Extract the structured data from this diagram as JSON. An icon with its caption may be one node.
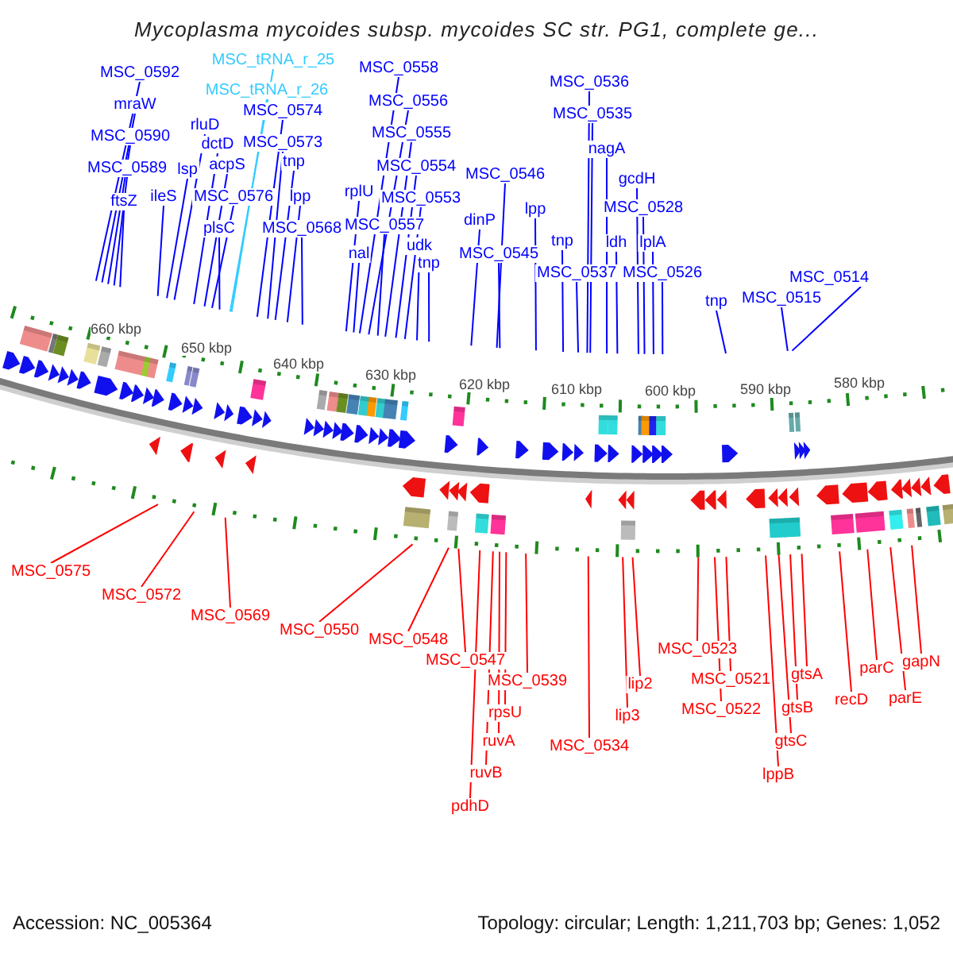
{
  "diagram": {
    "title": "Mycoplasma mycoides subsp. mycoides SC str. PG1, complete ge...",
    "nodes": [
      {
        "text": [
          "MSC_tRNA_r_25"
        ]
      },
      {
        "text": [
          "MSC_0558"
        ]
      },
      {
        "text": [
          "MSC_0592"
        ]
      },
      {
        "text": [
          "MSC_0536"
        ]
      },
      {
        "text": [
          "MSC_tRNA_r_26"
        ]
      },
      {
        "text": [
          "MSC_0556"
        ]
      },
      {
        "text": [
          "mraW"
        ]
      },
      {
        "text": [
          "MSC_0574"
        ]
      },
      {
        "text": [
          "MSC_0535"
        ]
      },
      {
        "text": [
          "rluD"
        ]
      },
      {
        "text": [
          "MSC_0555"
        ]
      },
      {
        "text": [
          "MSC_0590"
        ]
      },
      {
        "text": [
          "MSC_0573"
        ]
      },
      {
        "text": [
          "dctD"
        ]
      },
      {
        "text": [
          "nagA"
        ]
      },
      {
        "text": [
          "tnp"
        ]
      },
      {
        "text": [
          "acpS"
        ]
      },
      {
        "text": [
          "MSC_0554"
        ]
      },
      {
        "text": [
          "MSC_0589"
        ]
      },
      {
        "text": [
          "lsp"
        ]
      },
      {
        "text": [
          "MSC_0546"
        ]
      },
      {
        "text": [
          "gcdH"
        ]
      },
      {
        "text": [
          "rplU"
        ]
      },
      {
        "text": [
          "ileS"
        ]
      },
      {
        "text": [
          "MSC_0576"
        ]
      },
      {
        "text": [
          "lpp"
        ]
      },
      {
        "text": [
          "MSC_0553"
        ]
      },
      {
        "text": [
          "ftsZ"
        ]
      },
      {
        "text": [
          "MSC_0528"
        ]
      },
      {
        "text": [
          "lpp"
        ]
      },
      {
        "text": [
          "dinP"
        ]
      },
      {
        "text": [
          "MSC_0557"
        ]
      },
      {
        "text": [
          "plsC"
        ]
      },
      {
        "text": [
          "MSC_0568"
        ]
      },
      {
        "text": [
          "tnp"
        ]
      },
      {
        "text": [
          "ldh"
        ]
      },
      {
        "text": [
          "lplA"
        ]
      },
      {
        "text": [
          "udk"
        ]
      },
      {
        "text": [
          "nal"
        ]
      },
      {
        "text": [
          "MSC_0545"
        ]
      },
      {
        "text": [
          "tnp"
        ]
      },
      {
        "text": [
          "MSC_0537"
        ]
      },
      {
        "text": [
          "MSC_0526"
        ]
      },
      {
        "text": [
          "MSC_0514"
        ]
      },
      {
        "text": [
          "MSC_0515"
        ]
      },
      {
        "text": [
          "tnp"
        ]
      },
      {
        "text": [
          "MSC_0575"
        ]
      },
      {
        "text": [
          "MSC_0572"
        ]
      },
      {
        "text": [
          "MSC_0569"
        ]
      },
      {
        "text": [
          "MSC_0550"
        ]
      },
      {
        "text": [
          "MSC_0548"
        ]
      },
      {
        "text": [
          "MSC_0523"
        ]
      },
      {
        "text": [
          "MSC_0547"
        ]
      },
      {
        "text": [
          "gapN"
        ]
      },
      {
        "text": [
          "parC"
        ]
      },
      {
        "text": [
          "gtsA"
        ]
      },
      {
        "text": [
          "MSC_0521"
        ]
      },
      {
        "text": [
          "MSC_0539"
        ]
      },
      {
        "text": [
          "lip2"
        ]
      },
      {
        "text": [
          "parE"
        ]
      },
      {
        "text": [
          "recD"
        ]
      },
      {
        "text": [
          "gtsB"
        ]
      },
      {
        "text": [
          "MSC_0522"
        ]
      },
      {
        "text": [
          "rpsU"
        ]
      },
      {
        "text": [
          "lip3"
        ]
      },
      {
        "text": [
          "ruvA"
        ]
      },
      {
        "text": [
          "gtsC"
        ]
      },
      {
        "text": [
          "MSC_0534"
        ]
      },
      {
        "text": [
          "ruvB"
        ]
      },
      {
        "text": [
          "lppB"
        ]
      },
      {
        "text": [
          "pdhD"
        ]
      }
    ],
    "edges": [
      {
        "from": 0,
        "to": null,
        "arrow": "none",
        "color": "#33ccff"
      },
      {
        "from": 1,
        "to": null,
        "arrow": "none"
      },
      {
        "from": 2,
        "to": null,
        "arrow": "none"
      },
      {
        "from": 3,
        "to": null,
        "arrow": "none"
      },
      {
        "from": 4,
        "to": null,
        "arrow": "none",
        "color": "#33ccff"
      },
      {
        "from": 5,
        "to": null,
        "arrow": "none"
      },
      {
        "from": 6,
        "to": null,
        "arrow": "none"
      },
      {
        "from": 7,
        "to": null,
        "arrow": "none"
      },
      {
        "from": 8,
        "to": null,
        "arrow": "none"
      },
      {
        "from": 9,
        "to": null,
        "arrow": "none"
      },
      {
        "from": 10,
        "to": null,
        "arrow": "none"
      },
      {
        "from": 11,
        "to": null,
        "arrow": "none"
      },
      {
        "from": 12,
        "to": null,
        "arrow": "none"
      },
      {
        "from": 13,
        "to": null,
        "arrow": "none"
      },
      {
        "from": 14,
        "to": null,
        "arrow": "none"
      },
      {
        "from": 15,
        "to": null,
        "arrow": "none"
      },
      {
        "from": 16,
        "to": null,
        "arrow": "none"
      },
      {
        "from": 17,
        "to": null,
        "arrow": "none"
      },
      {
        "from": 18,
        "to": null,
        "arrow": "none"
      },
      {
        "from": 19,
        "to": null,
        "arrow": "none"
      },
      {
        "from": 20,
        "to": null,
        "arrow": "none"
      },
      {
        "from": 21,
        "to": null,
        "arrow": "none"
      },
      {
        "from": 22,
        "to": null,
        "arrow": "none"
      },
      {
        "from": 23,
        "to": null,
        "arrow": "none"
      },
      {
        "from": 24,
        "to": null,
        "arrow": "none"
      },
      {
        "from": 25,
        "to": null,
        "arrow": "none"
      },
      {
        "from": 26,
        "to": null,
        "arrow": "none"
      },
      {
        "from": 27,
        "to": null,
        "arrow": "none"
      },
      {
        "from": 28,
        "to": null,
        "arrow": "none"
      },
      {
        "from": 29,
        "to": null,
        "arrow": "none"
      },
      {
        "from": 30,
        "to": null,
        "arrow": "none"
      },
      {
        "from": 31,
        "to": null,
        "arrow": "none"
      },
      {
        "from": 32,
        "to": null,
        "arrow": "none"
      },
      {
        "from": 33,
        "to": null,
        "arrow": "none"
      },
      {
        "from": 34,
        "to": null,
        "arrow": "none"
      },
      {
        "from": 35,
        "to": null,
        "arrow": "none"
      },
      {
        "from": 36,
        "to": null,
        "arrow": "none"
      },
      {
        "from": 37,
        "to": null,
        "arrow": "none"
      },
      {
        "from": 38,
        "to": null,
        "arrow": "none"
      },
      {
        "from": 39,
        "to": null,
        "arrow": "none"
      },
      {
        "from": 40,
        "to": null,
        "arrow": "none"
      },
      {
        "from": 41,
        "to": null,
        "arrow": "none"
      },
      {
        "from": 42,
        "to": null,
        "arrow": "none"
      },
      {
        "from": 43,
        "to": null,
        "arrow": "none"
      },
      {
        "from": 44,
        "to": null,
        "arrow": "none"
      },
      {
        "from": 45,
        "to": null,
        "arrow": "none"
      },
      {
        "from": 46,
        "to": null,
        "arrow": "none",
        "color": "#ff0000"
      },
      {
        "from": 47,
        "to": null,
        "arrow": "none",
        "color": "#ff0000"
      },
      {
        "from": 48,
        "to": null,
        "arrow": "none",
        "color": "#ff0000"
      },
      {
        "from": 49,
        "to": null,
        "arrow": "none",
        "color": "#ff0000"
      },
      {
        "from": 50,
        "to": null,
        "arrow": "none",
        "color": "#ff0000"
      },
      {
        "from": 51,
        "to": null,
        "arrow": "none",
        "color": "#ff0000"
      },
      {
        "from": 52,
        "to": null,
        "arrow": "none",
        "color": "#ff0000"
      },
      {
        "from": 53,
        "to": null,
        "arrow": "none",
        "color": "#ff0000"
      },
      {
        "from": 54,
        "to": null,
        "arrow": "none",
        "color": "#ff0000"
      },
      {
        "from": 55,
        "to": null,
        "arrow": "none",
        "color": "#ff0000"
      },
      {
        "from": 56,
        "to": null,
        "arrow": "none",
        "color": "#ff0000"
      },
      {
        "from": 57,
        "to": null,
        "arrow": "none",
        "color": "#ff0000"
      },
      {
        "from": 58,
        "to": null,
        "arrow": "none",
        "color": "#ff0000"
      },
      {
        "from": 59,
        "to": null,
        "arrow": "none",
        "color": "#ff0000"
      },
      {
        "from": 60,
        "to": null,
        "arrow": "none",
        "color": "#ff0000"
      },
      {
        "from": 61,
        "to": null,
        "arrow": "none",
        "color": "#ff0000"
      },
      {
        "from": 62,
        "to": null,
        "arrow": "none",
        "color": "#ff0000"
      },
      {
        "from": 63,
        "to": null,
        "arrow": "none",
        "color": "#ff0000"
      },
      {
        "from": 64,
        "to": null,
        "arrow": "none",
        "color": "#ff0000"
      },
      {
        "from": 65,
        "to": null,
        "arrow": "none",
        "color": "#ff0000"
      },
      {
        "from": 66,
        "to": null,
        "arrow": "none",
        "color": "#ff0000"
      },
      {
        "from": 67,
        "to": null,
        "arrow": "none",
        "color": "#ff0000"
      },
      {
        "from": 68,
        "to": null,
        "arrow": "none",
        "color": "#ff0000"
      },
      {
        "from": 69,
        "to": null,
        "arrow": "none",
        "color": "#ff0000"
      },
      {
        "from": 70,
        "to": null,
        "arrow": "none",
        "color": "#ff0000"
      }
    ],
    "labels": [
      "660 kbp",
      "650 kbp",
      "640 kbp",
      "630 kbp",
      "620 kbp",
      "610 kbp",
      "600 kbp",
      "590 kbp",
      "580 kbp",
      "Accession: NC_005364",
      "Topology: circular; Length: 1,211,703 bp; Genes: 1,052"
    ]
  }
}
